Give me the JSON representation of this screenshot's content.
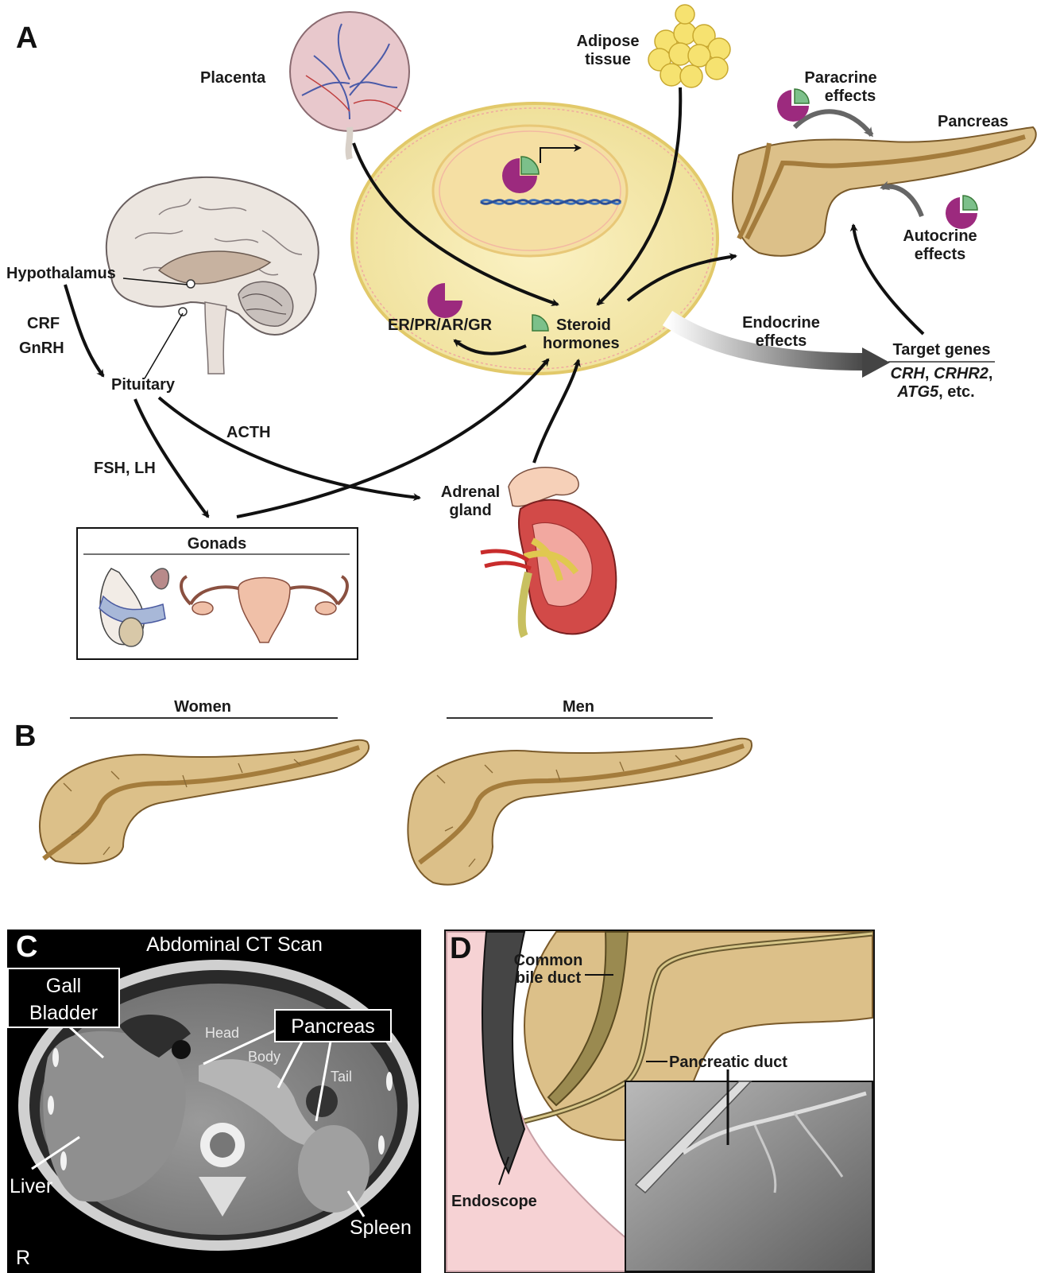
{
  "panels": [
    "A",
    "B",
    "C",
    "D"
  ],
  "panel_a": {
    "placenta": "Placenta",
    "adipose": [
      "Adipose",
      "tissue"
    ],
    "hypothalamus": "Hypothalamus",
    "crf": "CRF",
    "gnrh": "GnRH",
    "pituitary": "Pituitary",
    "acth": "ACTH",
    "fsh_lh": "FSH, LH",
    "gonads": "Gonads",
    "adrenal": [
      "Adrenal",
      "gland"
    ],
    "receptors": "ER/PR/AR/GR",
    "steroid": [
      "Steroid",
      "hormones"
    ],
    "paracrine": [
      "Paracrine",
      "effects"
    ],
    "pancreas": "Pancreas",
    "autocrine": [
      "Autocrine",
      "effects"
    ],
    "endocrine": [
      "Endocrine",
      "effects"
    ],
    "target_genes": "Target genes",
    "genes_line1": [
      "CRH",
      ", ",
      "CRHR2",
      ","
    ],
    "genes_line2": [
      "ATG5",
      ", etc."
    ]
  },
  "panel_b": {
    "women": "Women",
    "men": "Men"
  },
  "panel_c": {
    "title": "Abdominal CT Scan",
    "gall": [
      "Gall",
      "Bladder"
    ],
    "pancreas": "Pancreas",
    "head": "Head",
    "body": "Body",
    "tail": "Tail",
    "liver": "Liver",
    "spleen": "Spleen",
    "r": "R"
  },
  "panel_d": {
    "cbd": [
      "Common",
      "bile duct"
    ],
    "pancreatic_duct": "Pancreatic duct",
    "endoscope": "Endoscope"
  },
  "colors": {
    "pancreas_fill": "#dcc089",
    "pancreas_stroke": "#8a6a35",
    "duct": "#b08846",
    "cell_fill": "#f3e7a8",
    "hormone_green": "#7cc08a",
    "receptor_purple": "#9c2a7e",
    "arrow": "#111111"
  }
}
